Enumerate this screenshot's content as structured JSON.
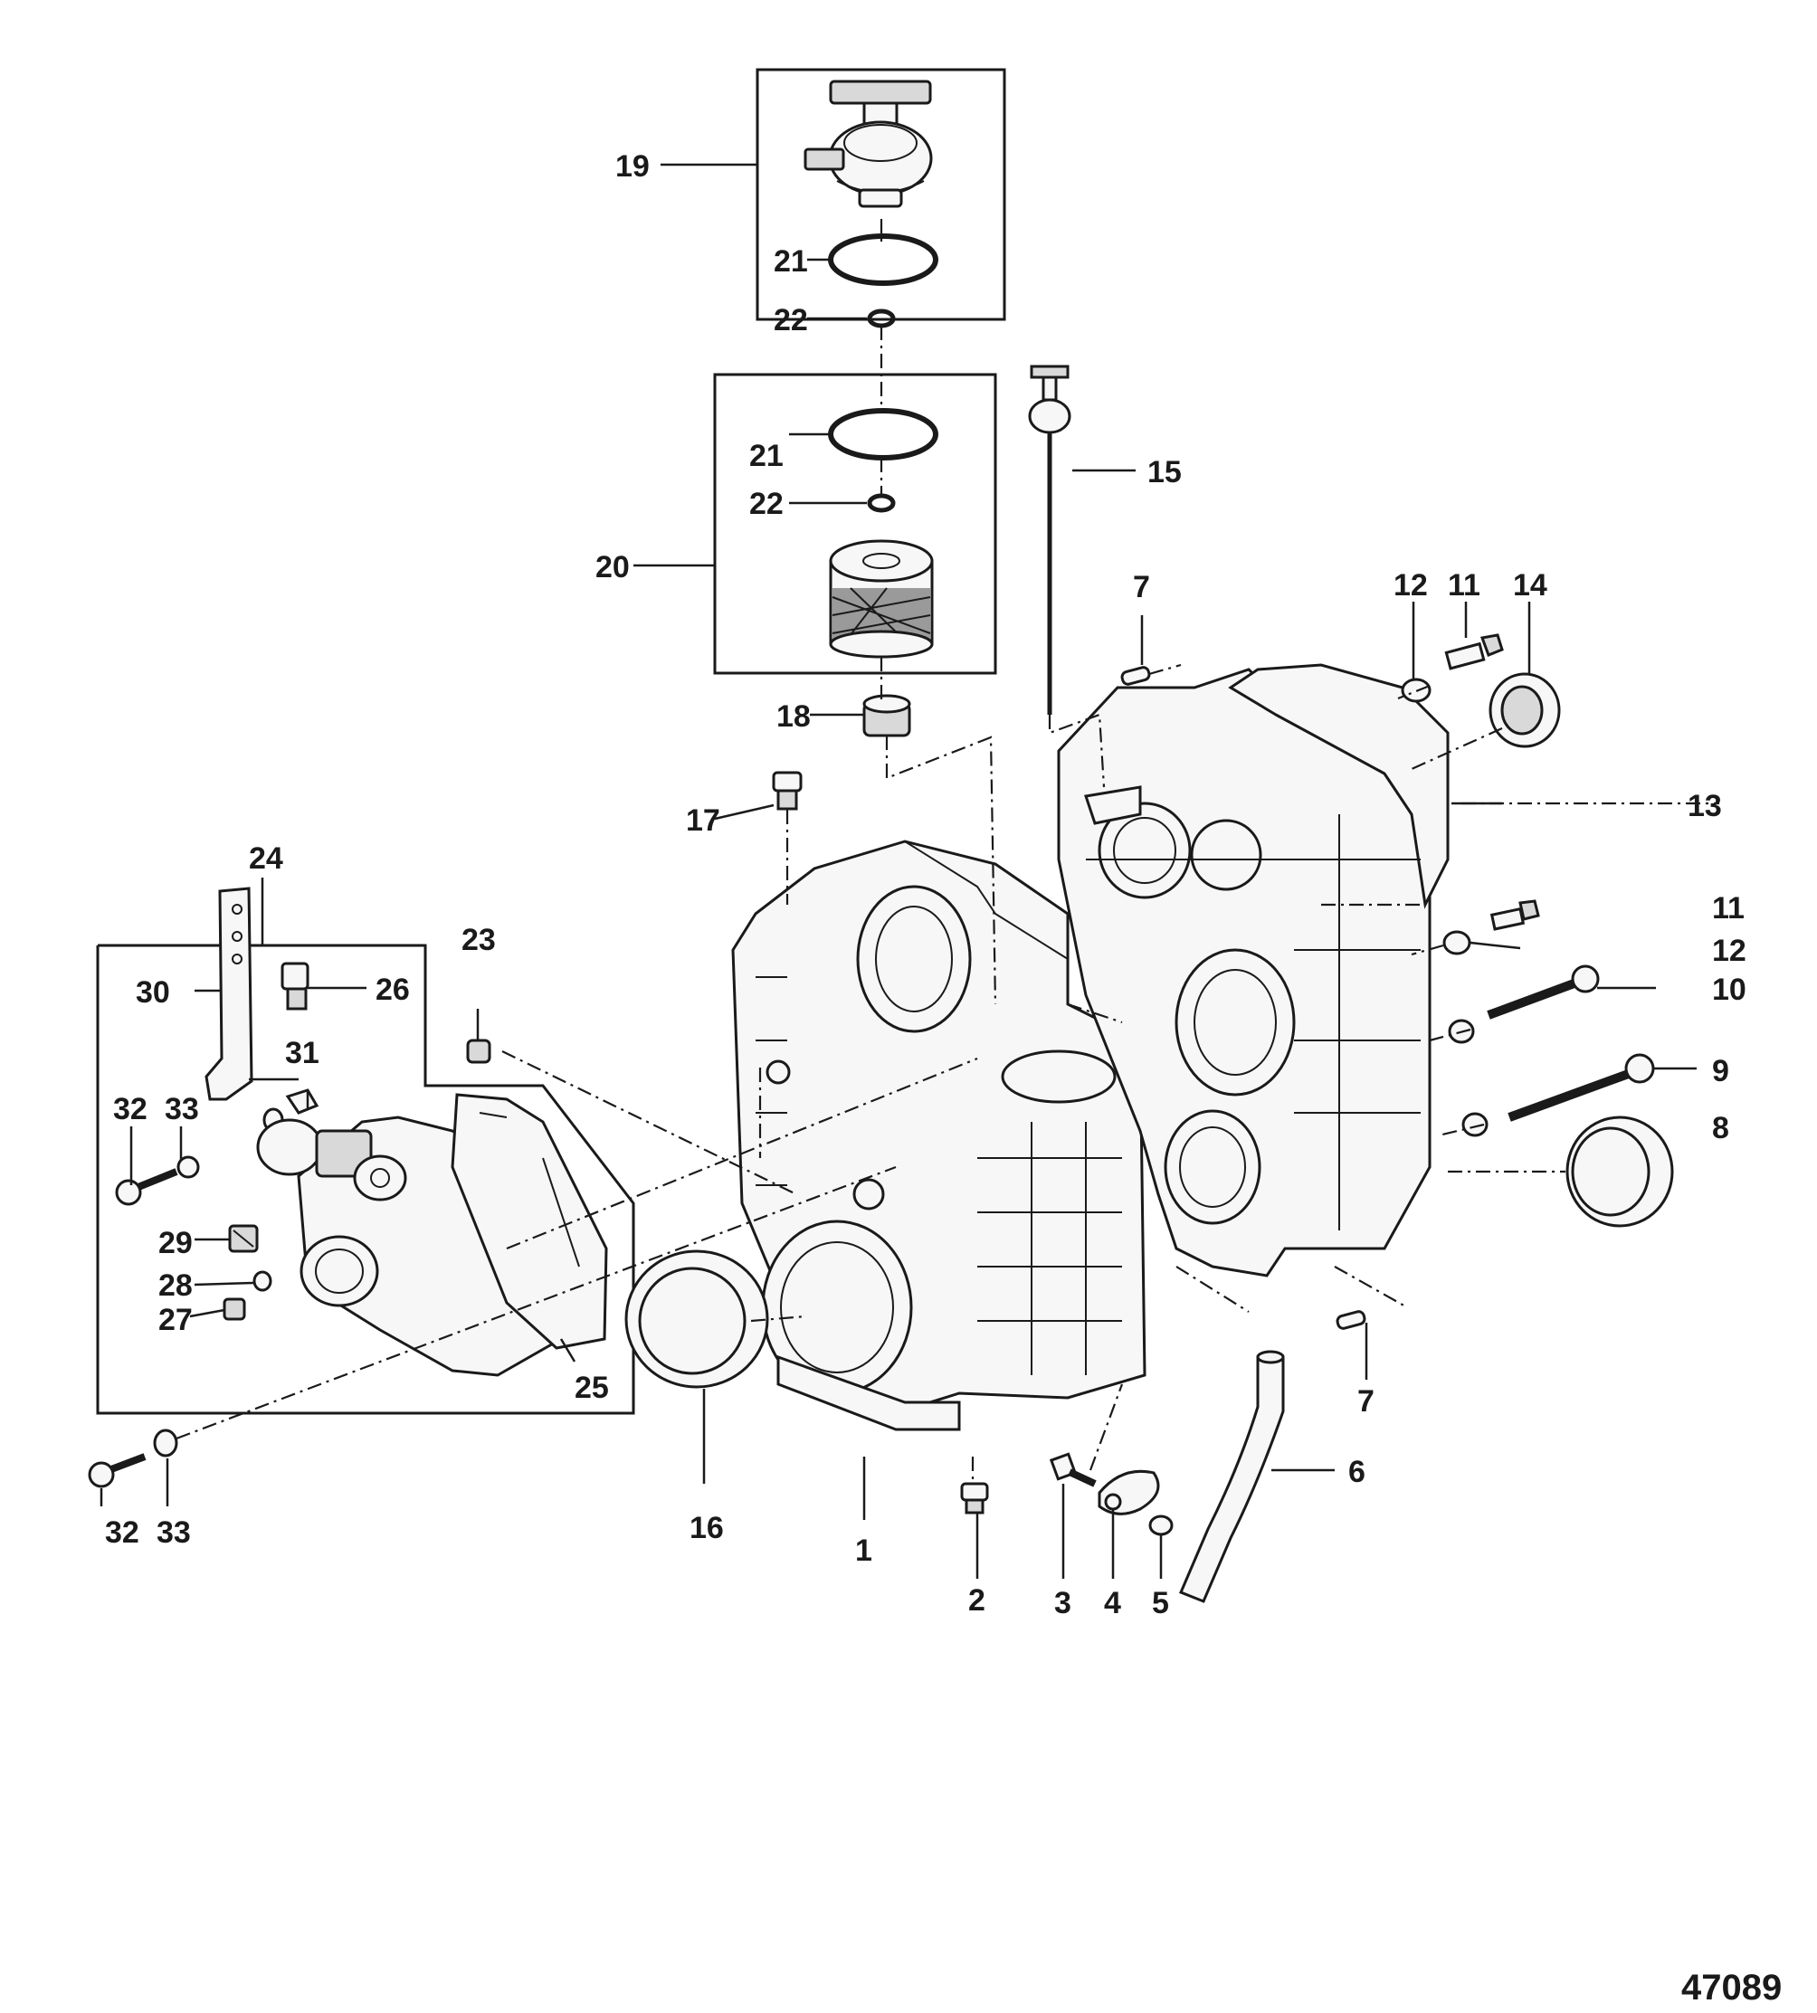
{
  "figure_number": "47089",
  "callouts": {
    "c1": "1",
    "c2": "2",
    "c3": "3",
    "c4": "4",
    "c5": "5",
    "c6": "6",
    "c7a": "7",
    "c7b": "7",
    "c8": "8",
    "c9": "9",
    "c10": "10",
    "c11a": "11",
    "c11b": "11",
    "c12a": "12",
    "c12b": "12",
    "c13": "13",
    "c14": "14",
    "c15": "15",
    "c16": "16",
    "c17": "17",
    "c18": "18",
    "c19": "19",
    "c20": "20",
    "c21a": "21",
    "c21b": "21",
    "c22a": "22",
    "c22b": "22",
    "c23": "23",
    "c24": "24",
    "c25": "25",
    "c26": "26",
    "c27": "27",
    "c28": "28",
    "c29": "29",
    "c30": "30",
    "c31": "31",
    "c32a": "32",
    "c32b": "32",
    "c33a": "33",
    "c33b": "33"
  }
}
